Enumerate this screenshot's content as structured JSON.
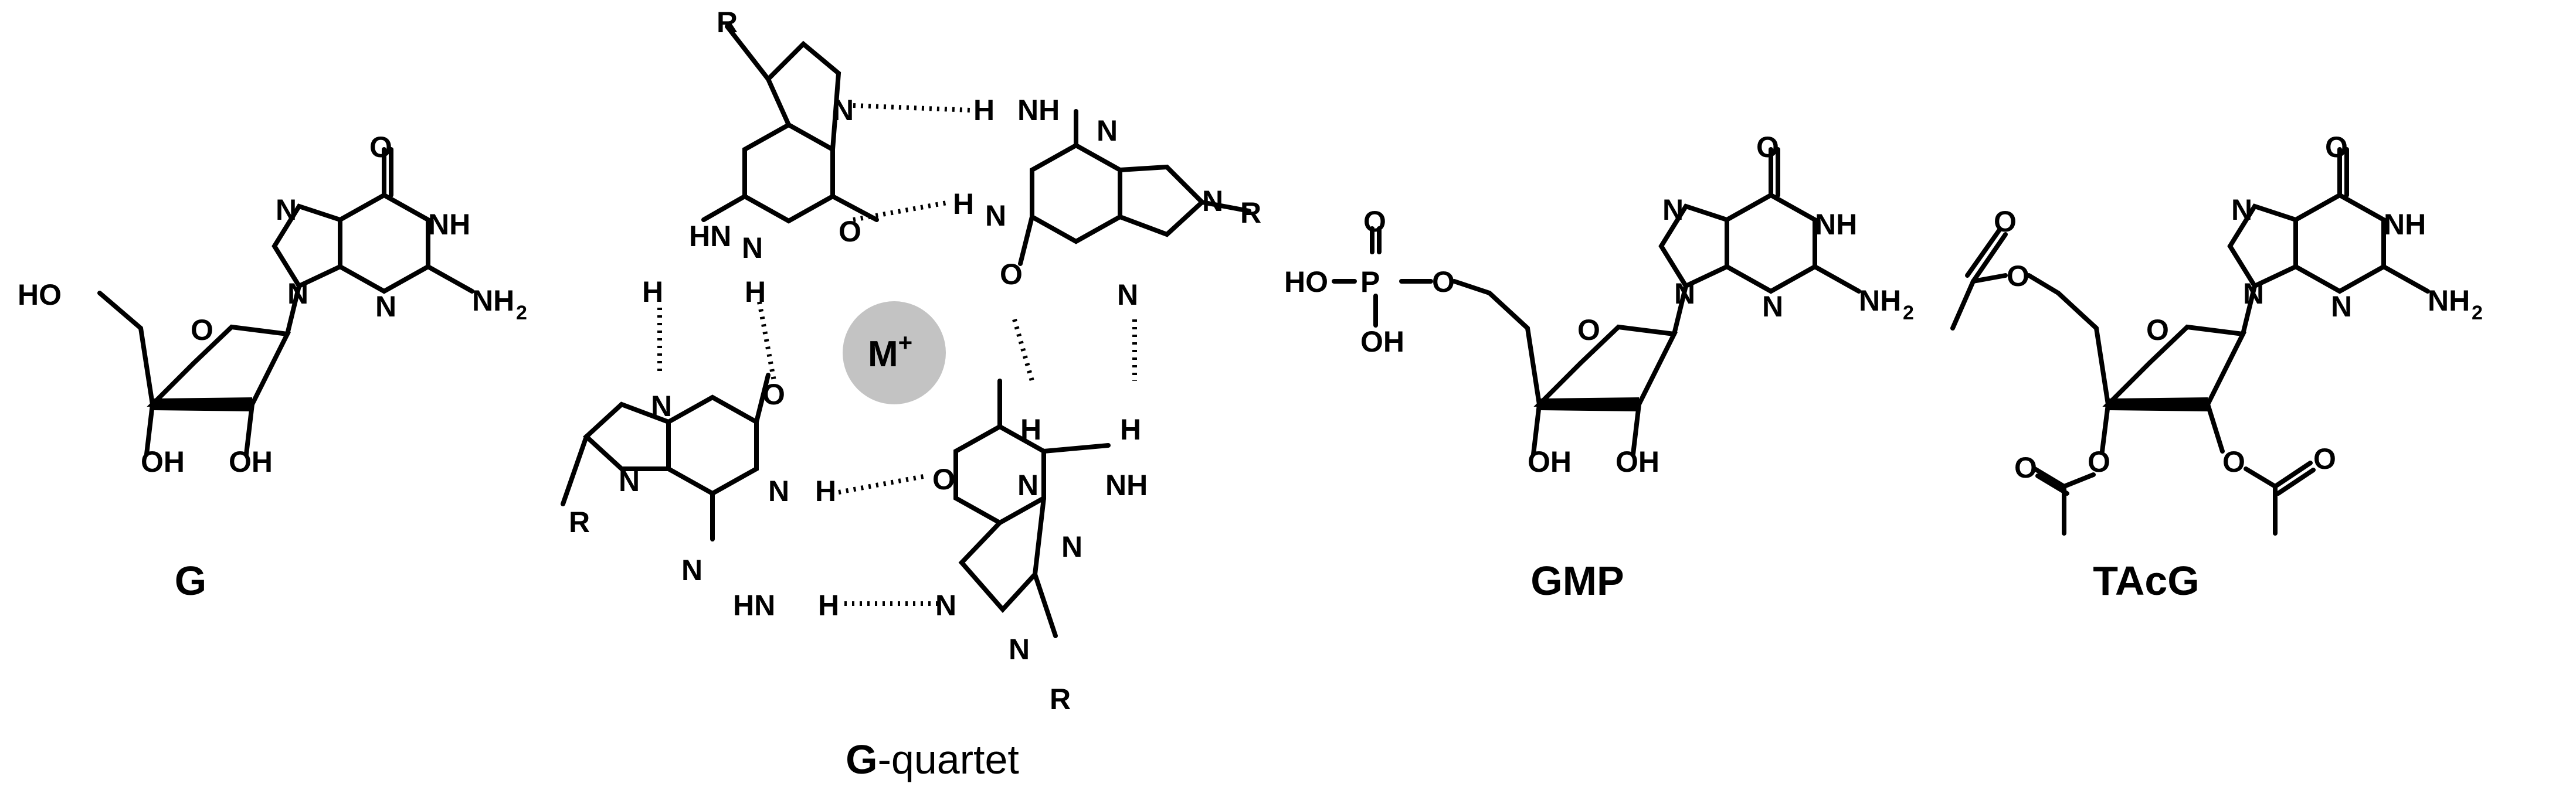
{
  "structures": [
    {
      "caption": "G"
    },
    {
      "caption_bold": "G",
      "caption_rest": "-quartet"
    },
    {
      "caption": "GMP"
    },
    {
      "caption": "TAcG"
    }
  ],
  "ion": {
    "symbol": "M",
    "charge": "+",
    "color": "#c3c3c3"
  },
  "atoms": {
    "O": "O",
    "N": "N",
    "NH": "NH",
    "HN": "HN",
    "H": "H",
    "R": "R",
    "NH2": "NH",
    "sub2": "2",
    "HO": "HO",
    "OH": "OH",
    "P": "P"
  }
}
